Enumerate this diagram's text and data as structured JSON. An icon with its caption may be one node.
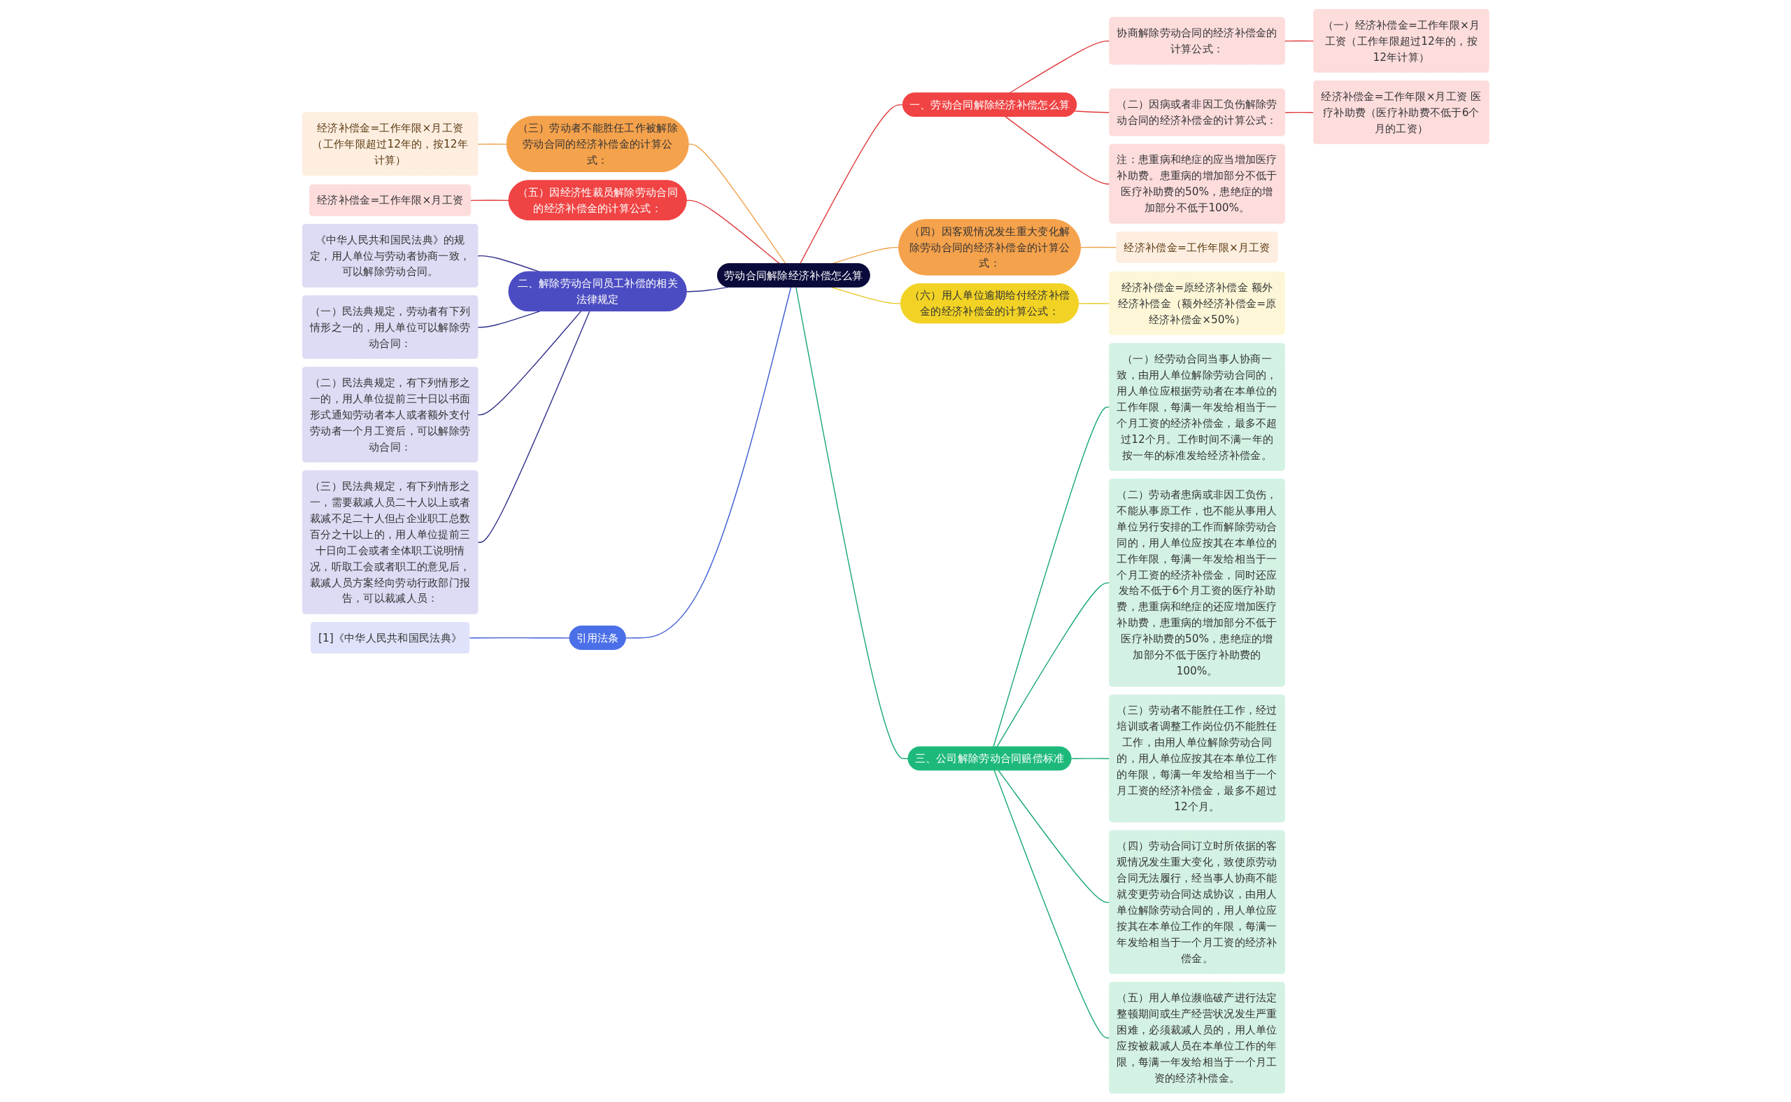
{
  "diagram": {
    "nodes": [
      {
        "text": [
          "劳动合同解除经济补偿怎么算"
        ]
      },
      {
        "text": [
          "一、劳动合同解除经济补偿怎么算"
        ]
      },
      {
        "text": [
          "协商解除劳动合同的经济补偿金的计算公式："
        ]
      },
      {
        "text": [
          "（一）经济补偿金=工作年限×月工资（工作年限超过12年的，按12年计算）"
        ]
      },
      {
        "text": [
          "（二）因病或者非因工负伤解除劳动合同的经济补偿金的计算公式："
        ]
      },
      {
        "text": [
          "经济补偿金=工作年限×月工资 医疗补助费（医疗补助费不低于6个月的工资）"
        ]
      },
      {
        "text": [
          "注：患重病和绝症的应当增加医疗补助费。患重病的增加部分不低于医疗补助费的50%，患绝症的增加部分不低于100%。"
        ]
      },
      {
        "text": [
          "（四）因客观情况发生重大变化解除劳动合同的经济补偿金的计算公式："
        ]
      },
      {
        "text": [
          "经济补偿金=工作年限×月工资"
        ]
      },
      {
        "text": [
          "（六）用人单位逾期给付经济补偿金的经济补偿金的计算公式："
        ]
      },
      {
        "text": [
          "经济补偿金=原经济补偿金 额外经济补偿金（额外经济补偿金=原经济补偿金×50%）"
        ]
      },
      {
        "text": [
          "三、公司解除劳动合同赔偿标准"
        ]
      },
      {
        "text": [
          "（一）经劳动合同当事人协商一致，由用人单位解除劳动合同的，用人单位应根据劳动者在本单位的工作年限，每满一年发给相当于一个月工资的经济补偿金，最多不超过12个月。工作时间不满一年的按一年的标准发给经济补偿金。"
        ]
      },
      {
        "text": [
          "（二）劳动者患病或非因工负伤，不能从事原工作，也不能从事用人单位另行安排的工作而解除劳动合同的，用人单位应按其在本单位的工作年限，每满一年发给相当于一个月工资的经济补偿金，同时还应发给不低于6个月工资的医疗补助费，患重病和绝症的还应增加医疗补助费，患重病的增加部分不低于医疗补助费的50%，患绝症的增加部分不低于医疗补助费的100%。"
        ]
      },
      {
        "text": [
          "（三）劳动者不能胜任工作，经过培训或者调整工作岗位仍不能胜任工作，由用人单位解除劳动合同的，用人单位应按其在本单位工作的年限，每满一年发给相当于一个月工资的经济补偿金，最多不超过12个月。"
        ]
      },
      {
        "text": [
          "（四）劳动合同订立时所依据的客观情况发生重大变化，致使原劳动合同无法履行，经当事人协商不能就变更劳动合同达成协议，由用人单位解除劳动合同的，用人单位应按其在本单位工作的年限，每满一年发给相当于一个月工资的经济补偿金。"
        ]
      },
      {
        "text": [
          "（五）用人单位濒临破产进行法定整顿期间或生产经营状况发生严重困难，必须裁减人员的，用人单位应按被裁减人员在本单位工作的年限，每满一年发给相当于一个月工资的经济补偿金。"
        ]
      },
      {
        "text": [
          "（三）劳动者不能胜任工作被解除劳动合同的经济补偿金的计算公式："
        ]
      },
      {
        "text": [
          "经济补偿金=工作年限×月工资（工作年限超过12年的，按12年计算）"
        ]
      },
      {
        "text": [
          "（五）因经济性裁员解除劳动合同的经济补偿金的计算公式："
        ]
      },
      {
        "text": [
          "经济补偿金=工作年限×月工资"
        ]
      },
      {
        "text": [
          "二、解除劳动合同员工补偿的相关法律规定"
        ]
      },
      {
        "text": [
          "《中华人民共和国民法典》的规定，用人单位与劳动者协商一致，可以解除劳动合同。"
        ]
      },
      {
        "text": [
          "（一）民法典规定，劳动者有下列情形之一的，用人单位可以解除劳动合同："
        ]
      },
      {
        "text": [
          "（二）民法典规定，有下列情形之一的，用人单位提前三十日以书面形式通知劳动者本人或者额外支付劳动者一个月工资后，可以解除劳动合同："
        ]
      },
      {
        "text": [
          "（三）民法典规定，有下列情形之一，需要裁减人员二十人以上或者裁减不足二十人但占企业职工总数百分之十以上的，用人单位提前三十日向工会或者全体职工说明情况，听取工会或者职工的意见后，裁减人员方案经向劳动行政部门报告，可以裁减人员："
        ]
      },
      {
        "text": [
          "引用法条"
        ]
      },
      {
        "text": [
          "[1]《中华人民共和国民法典》"
        ]
      }
    ],
    "edges": [
      {
        "from": 0,
        "to": 1,
        "arrow": "none",
        "color": "#e0393b"
      },
      {
        "from": 1,
        "to": 2,
        "arrow": "none",
        "color": "#e0393b"
      },
      {
        "from": 2,
        "to": 3,
        "arrow": "none",
        "color": "#e0393b"
      },
      {
        "from": 1,
        "to": 4,
        "arrow": "none",
        "color": "#e0393b"
      },
      {
        "from": 4,
        "to": 5,
        "arrow": "none",
        "color": "#e0393b"
      },
      {
        "from": 1,
        "to": 6,
        "arrow": "none",
        "color": "#e0393b"
      },
      {
        "from": 0,
        "to": 7,
        "arrow": "none",
        "color": "#f0a04a"
      },
      {
        "from": 7,
        "to": 8,
        "arrow": "none",
        "color": "#f0a04a"
      },
      {
        "from": 0,
        "to": 9,
        "arrow": "none",
        "color": "#e6c820"
      },
      {
        "from": 9,
        "to": 10,
        "arrow": "none",
        "color": "#e6c820"
      },
      {
        "from": 0,
        "to": 11,
        "arrow": "none",
        "color": "#17a870"
      },
      {
        "from": 11,
        "to": 12,
        "arrow": "none",
        "color": "#17a870"
      },
      {
        "from": 11,
        "to": 13,
        "arrow": "none",
        "color": "#17a870"
      },
      {
        "from": 11,
        "to": 14,
        "arrow": "none",
        "color": "#17a870"
      },
      {
        "from": 11,
        "to": 15,
        "arrow": "none",
        "color": "#17a870"
      },
      {
        "from": 11,
        "to": 16,
        "arrow": "none",
        "color": "#17a870"
      },
      {
        "from": 17,
        "to": 0,
        "arrow": "none",
        "color": "#f0a04a"
      },
      {
        "from": 18,
        "to": 17,
        "arrow": "none",
        "color": "#f0a04a"
      },
      {
        "from": 19,
        "to": 0,
        "arrow": "none",
        "color": "#e0393b"
      },
      {
        "from": 20,
        "to": 19,
        "arrow": "none",
        "color": "#e0393b"
      },
      {
        "from": 21,
        "to": 0,
        "arrow": "none",
        "color": "#2e2e8a"
      },
      {
        "from": 22,
        "to": 21,
        "arrow": "none",
        "color": "#2e2e8a"
      },
      {
        "from": 23,
        "to": 21,
        "arrow": "none",
        "color": "#2e2e8a"
      },
      {
        "from": 24,
        "to": 21,
        "arrow": "none",
        "color": "#2e2e8a"
      },
      {
        "from": 25,
        "to": 21,
        "arrow": "none",
        "color": "#2e2e8a"
      },
      {
        "from": 26,
        "to": 0,
        "arrow": "none",
        "color": "#3b5bd6"
      },
      {
        "from": 27,
        "to": 26,
        "arrow": "none",
        "color": "#3b5bd6"
      }
    ]
  }
}
